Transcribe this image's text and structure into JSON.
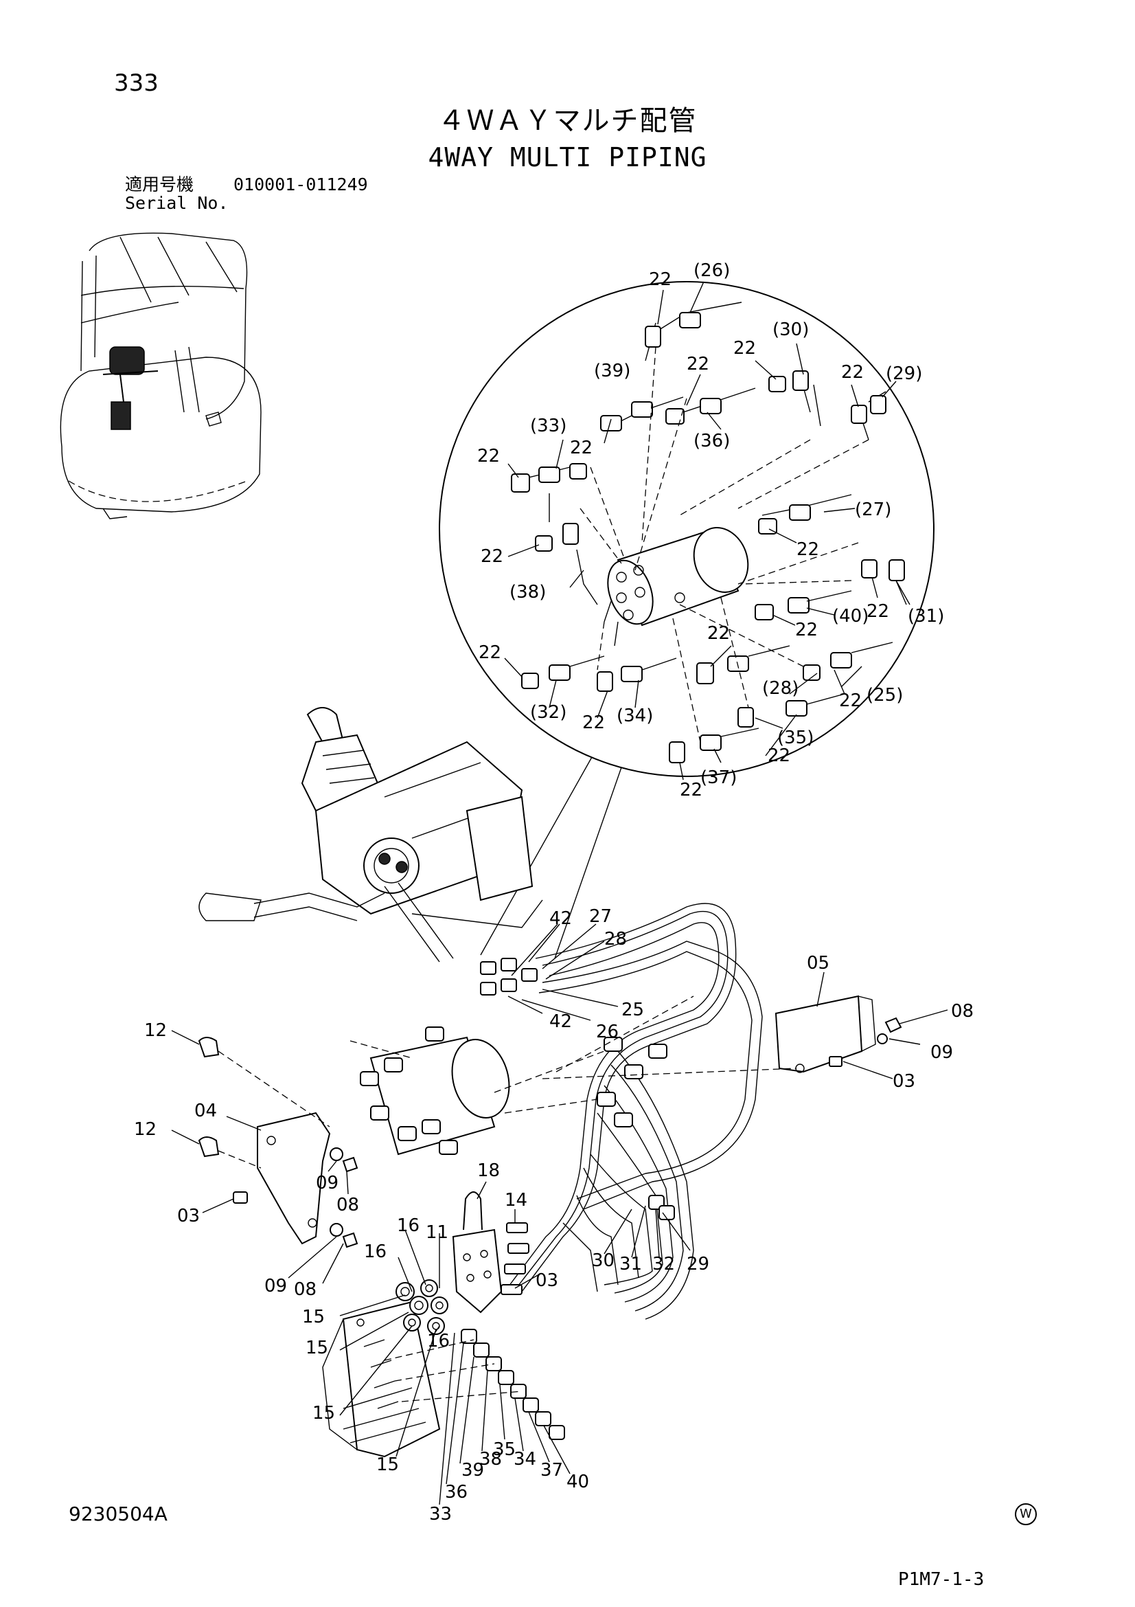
{
  "page": {
    "number": "333",
    "title_jp": "４ＷＡＹマルチ配管",
    "title_en": "4WAY MULTI PIPING",
    "serial_label_jp": "適用号機",
    "serial_range": "010001-011249",
    "serial_label_en": "Serial No.",
    "drawing_number": "9230504A",
    "page_code": "P1M7-1-3",
    "mark": "W"
  },
  "detail_callouts": [
    {
      "id": "d1",
      "label": "22"
    },
    {
      "id": "d2",
      "label": "(26)"
    },
    {
      "id": "d3",
      "label": "(30)"
    },
    {
      "id": "d4",
      "label": "22"
    },
    {
      "id": "d5",
      "label": "22"
    },
    {
      "id": "d6",
      "label": "(39)"
    },
    {
      "id": "d7",
      "label": "22"
    },
    {
      "id": "d8",
      "label": "(29)"
    },
    {
      "id": "d9",
      "label": "(33)"
    },
    {
      "id": "d10",
      "label": "22"
    },
    {
      "id": "d11",
      "label": "(36)"
    },
    {
      "id": "d12",
      "label": "22"
    },
    {
      "id": "d13",
      "label": "(27)"
    },
    {
      "id": "d14",
      "label": "22"
    },
    {
      "id": "d15",
      "label": "22"
    },
    {
      "id": "d16",
      "label": "(38)"
    },
    {
      "id": "d17",
      "label": "(40)"
    },
    {
      "id": "d18",
      "label": "22"
    },
    {
      "id": "d19",
      "label": "(31)"
    },
    {
      "id": "d20",
      "label": "22"
    },
    {
      "id": "d21",
      "label": "22"
    },
    {
      "id": "d22",
      "label": "22"
    },
    {
      "id": "d23",
      "label": "(28)"
    },
    {
      "id": "d24",
      "label": "22"
    },
    {
      "id": "d25",
      "label": "(25)"
    },
    {
      "id": "d26",
      "label": "(32)"
    },
    {
      "id": "d27",
      "label": "22"
    },
    {
      "id": "d28",
      "label": "(34)"
    },
    {
      "id": "d29",
      "label": "(35)"
    },
    {
      "id": "d30",
      "label": "22"
    },
    {
      "id": "d31",
      "label": "(37)"
    },
    {
      "id": "d32",
      "label": "22"
    }
  ],
  "main_callouts": [
    {
      "id": "m1",
      "label": "42"
    },
    {
      "id": "m2",
      "label": "27"
    },
    {
      "id": "m3",
      "label": "28"
    },
    {
      "id": "m4",
      "label": "05"
    },
    {
      "id": "m5",
      "label": "25"
    },
    {
      "id": "m6",
      "label": "42"
    },
    {
      "id": "m7",
      "label": "26"
    },
    {
      "id": "m8",
      "label": "08"
    },
    {
      "id": "m9",
      "label": "12"
    },
    {
      "id": "m10",
      "label": "09"
    },
    {
      "id": "m11",
      "label": "03"
    },
    {
      "id": "m12",
      "label": "04"
    },
    {
      "id": "m13",
      "label": "12"
    },
    {
      "id": "m14",
      "label": "09"
    },
    {
      "id": "m15",
      "label": "08"
    },
    {
      "id": "m16",
      "label": "18"
    },
    {
      "id": "m17",
      "label": "03"
    },
    {
      "id": "m18",
      "label": "14"
    },
    {
      "id": "m19",
      "label": "16"
    },
    {
      "id": "m20",
      "label": "11"
    },
    {
      "id": "m21",
      "label": "16"
    },
    {
      "id": "m22",
      "label": "30"
    },
    {
      "id": "m23",
      "label": "31"
    },
    {
      "id": "m24",
      "label": "32"
    },
    {
      "id": "m25",
      "label": "29"
    },
    {
      "id": "m26",
      "label": "03"
    },
    {
      "id": "m27",
      "label": "09"
    },
    {
      "id": "m28",
      "label": "08"
    },
    {
      "id": "m29",
      "label": "15"
    },
    {
      "id": "m30",
      "label": "15"
    },
    {
      "id": "m31",
      "label": "16"
    },
    {
      "id": "m32",
      "label": "15"
    },
    {
      "id": "m33",
      "label": "15"
    },
    {
      "id": "m34",
      "label": "35"
    },
    {
      "id": "m35",
      "label": "38"
    },
    {
      "id": "m36",
      "label": "34"
    },
    {
      "id": "m37",
      "label": "39"
    },
    {
      "id": "m38",
      "label": "37"
    },
    {
      "id": "m39",
      "label": "36"
    },
    {
      "id": "m40",
      "label": "40"
    },
    {
      "id": "m41",
      "label": "33"
    }
  ]
}
